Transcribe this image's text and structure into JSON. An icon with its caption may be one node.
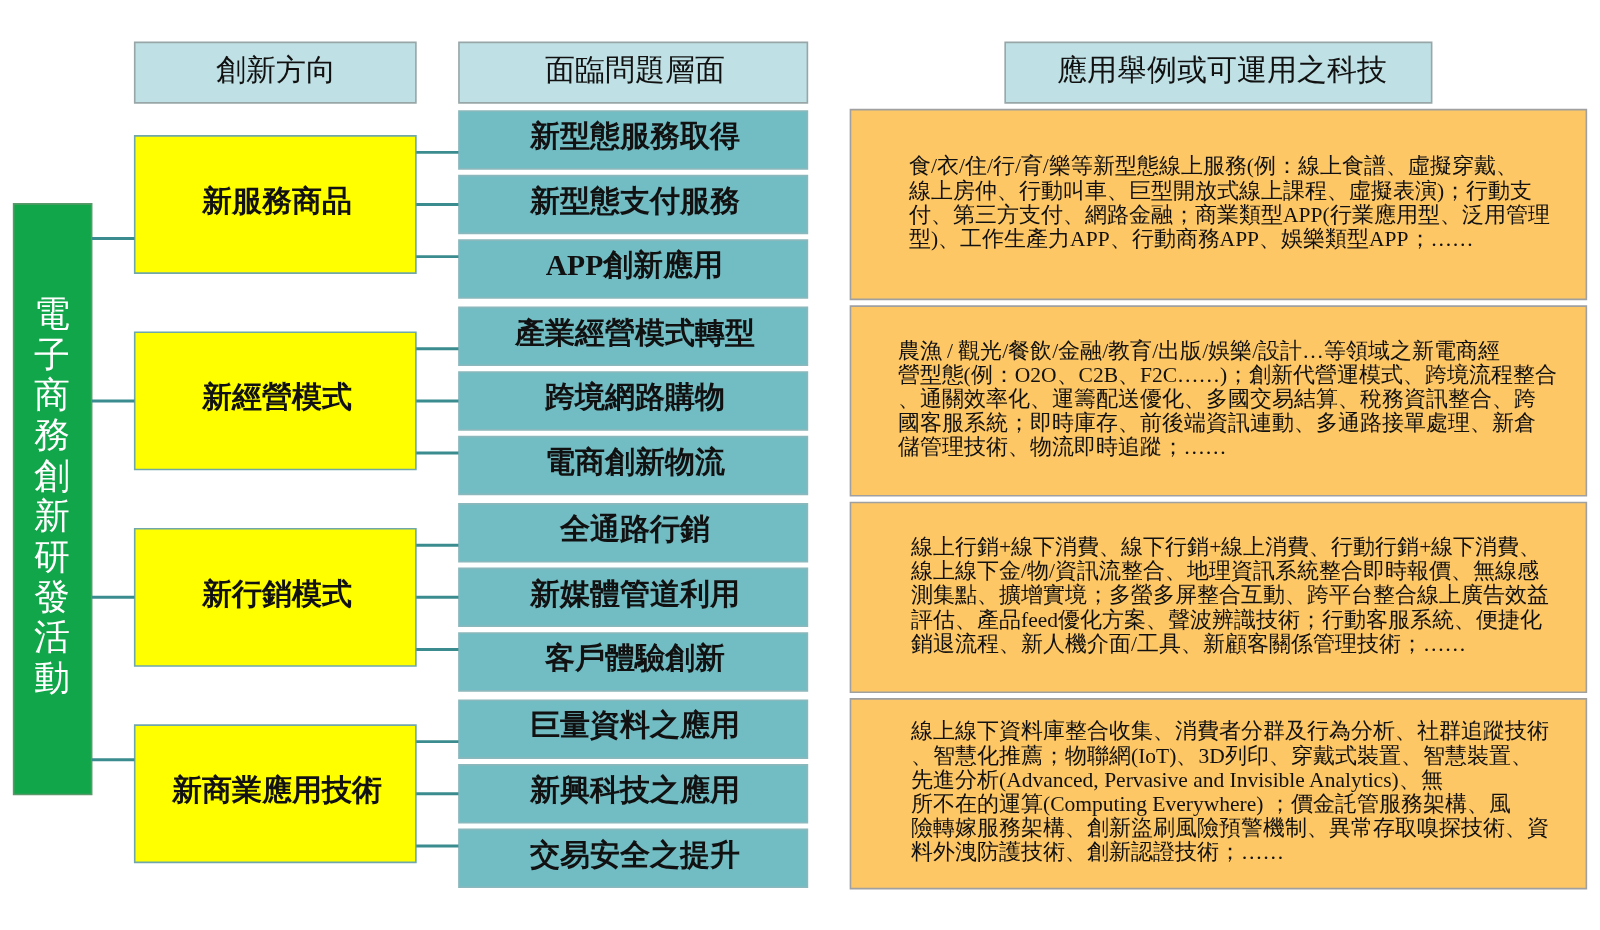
{
  "diagram": {
    "nodes": [
      {
        "text": [
          "創新方向"
        ]
      },
      {
        "text": [
          "面臨問題層面"
        ]
      },
      {
        "text": [
          "應用舉例或可運用之科技"
        ]
      },
      {
        "text": [
          "電子商務創新研發活動"
        ]
      },
      {
        "text": [
          "新服務商品"
        ]
      },
      {
        "text": [
          "新型態服務取得"
        ]
      },
      {
        "text": [
          "新型態支付服務"
        ]
      },
      {
        "text": [
          "APP創新應用"
        ]
      },
      {
        "text": [
          "食/衣/住/行/育/樂等新型態線上服務(例：線上食譜、虛擬穿戴、線上房仲、行動叫車、巨型開放式線上課程、虛擬表演)；行動支付、第三方支付、網路金融；商業類型APP(行業應用型、泛用管理型)、工作生產力APP、行動商務APP、娛樂類型APP；……"
        ]
      },
      {
        "text": [
          "新經營模式"
        ]
      },
      {
        "text": [
          "產業經營模式轉型"
        ]
      },
      {
        "text": [
          "跨境網路購物"
        ]
      },
      {
        "text": [
          "電商創新物流"
        ]
      },
      {
        "text": [
          "農漁 / 觀光/餐飲/金融/教育/出版/娛樂/設計…等領域之新電商經營型態(例：O2O、C2B、F2C……)；創新代營運模式、跨境流程整合、通關效率化、運籌配送優化、多國交易結算、稅務資訊整合、跨國客服系統；即時庫存、前後端資訊連動、多通路接單處理、新倉儲管理技術、物流即時追蹤；……"
        ]
      },
      {
        "text": [
          "新行銷模式"
        ]
      },
      {
        "text": [
          "全通路行銷"
        ]
      },
      {
        "text": [
          "新媒體管道利用"
        ]
      },
      {
        "text": [
          "客戶體驗創新"
        ]
      },
      {
        "text": [
          "線上行銷+線下消費、線下行銷+線上消費、行動行銷+線下消費、線上線下金/物/資訊流整合、地理資訊系統整合即時報價、無線感測集點、擴增實境；多螢多屏整合互動、跨平台整合線上廣告效益評估、產品feed優化方案、聲波辨識技術；行動客服系統、便捷化銷退流程、新人機介面/工具、新顧客關係管理技術；……"
        ]
      },
      {
        "text": [
          "新商業應用技術"
        ]
      },
      {
        "text": [
          "巨量資料之應用"
        ]
      },
      {
        "text": [
          "新興科技之應用"
        ]
      },
      {
        "text": [
          "交易安全之提升"
        ]
      },
      {
        "text": [
          "線上線下資料庫整合收集、消費者分群及行為分析、社群追蹤技術、智慧化推薦；物聯網(IoT)、3D列印、穿戴式裝置、智慧裝置、先進分析(Advanced, Pervasive and Invisible Analytics)、無所不在的運算(Computing Everywhere) ；價金託管服務架構、風險轉嫁服務架構、創新盜刷風險預警機制、異常存取嗅探技術、資料外洩防護技術、創新認證技術；……"
        ]
      }
    ],
    "edges": [
      {
        "from": 3,
        "to": 4,
        "arrow": "none"
      },
      {
        "from": 3,
        "to": 9,
        "arrow": "none"
      },
      {
        "from": 3,
        "to": 14,
        "arrow": "none"
      },
      {
        "from": 3,
        "to": 19,
        "arrow": "none"
      },
      {
        "from": 4,
        "to": 5,
        "arrow": "none"
      },
      {
        "from": 4,
        "to": 6,
        "arrow": "none"
      },
      {
        "from": 4,
        "to": 7,
        "arrow": "none"
      },
      {
        "from": 9,
        "to": 10,
        "arrow": "none"
      },
      {
        "from": 9,
        "to": 11,
        "arrow": "none"
      },
      {
        "from": 9,
        "to": 12,
        "arrow": "none"
      },
      {
        "from": 14,
        "to": 15,
        "arrow": "none"
      },
      {
        "from": 14,
        "to": 16,
        "arrow": "none"
      },
      {
        "from": 14,
        "to": 17,
        "arrow": "none"
      },
      {
        "from": 19,
        "to": 20,
        "arrow": "none"
      },
      {
        "from": 19,
        "to": 21,
        "arrow": "none"
      },
      {
        "from": 19,
        "to": 22,
        "arrow": "none"
      }
    ]
  }
}
